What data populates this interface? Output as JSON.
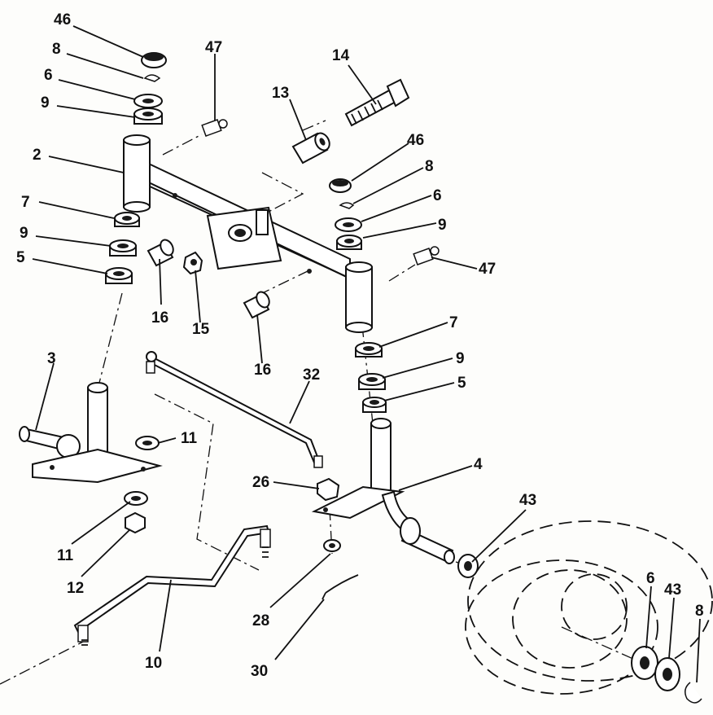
{
  "callouts": [
    {
      "id": "c46a",
      "label": "46"
    },
    {
      "id": "c8a",
      "label": "8"
    },
    {
      "id": "c6a",
      "label": "6"
    },
    {
      "id": "c9a",
      "label": "9"
    },
    {
      "id": "c47a",
      "label": "47"
    },
    {
      "id": "c14",
      "label": "14"
    },
    {
      "id": "c13",
      "label": "13"
    },
    {
      "id": "c46b",
      "label": "46"
    },
    {
      "id": "c8b",
      "label": "8"
    },
    {
      "id": "c6b",
      "label": "6"
    },
    {
      "id": "c9b",
      "label": "9"
    },
    {
      "id": "c2",
      "label": "2"
    },
    {
      "id": "c7a",
      "label": "7"
    },
    {
      "id": "c9c",
      "label": "9"
    },
    {
      "id": "c5a",
      "label": "5"
    },
    {
      "id": "c47b",
      "label": "47"
    },
    {
      "id": "c16a",
      "label": "16"
    },
    {
      "id": "c15",
      "label": "15"
    },
    {
      "id": "c16b",
      "label": "16"
    },
    {
      "id": "c7b",
      "label": "7"
    },
    {
      "id": "c9d",
      "label": "9"
    },
    {
      "id": "c5b",
      "label": "5"
    },
    {
      "id": "c3",
      "label": "3"
    },
    {
      "id": "c32",
      "label": "32"
    },
    {
      "id": "c11a",
      "label": "11"
    },
    {
      "id": "c26",
      "label": "26"
    },
    {
      "id": "c4",
      "label": "4"
    },
    {
      "id": "c43a",
      "label": "43"
    },
    {
      "id": "c11b",
      "label": "11"
    },
    {
      "id": "c12",
      "label": "12"
    },
    {
      "id": "c6c",
      "label": "6"
    },
    {
      "id": "c43b",
      "label": "43"
    },
    {
      "id": "c8c",
      "label": "8"
    },
    {
      "id": "c28",
      "label": "28"
    },
    {
      "id": "c10",
      "label": "10"
    },
    {
      "id": "c30",
      "label": "30"
    }
  ]
}
